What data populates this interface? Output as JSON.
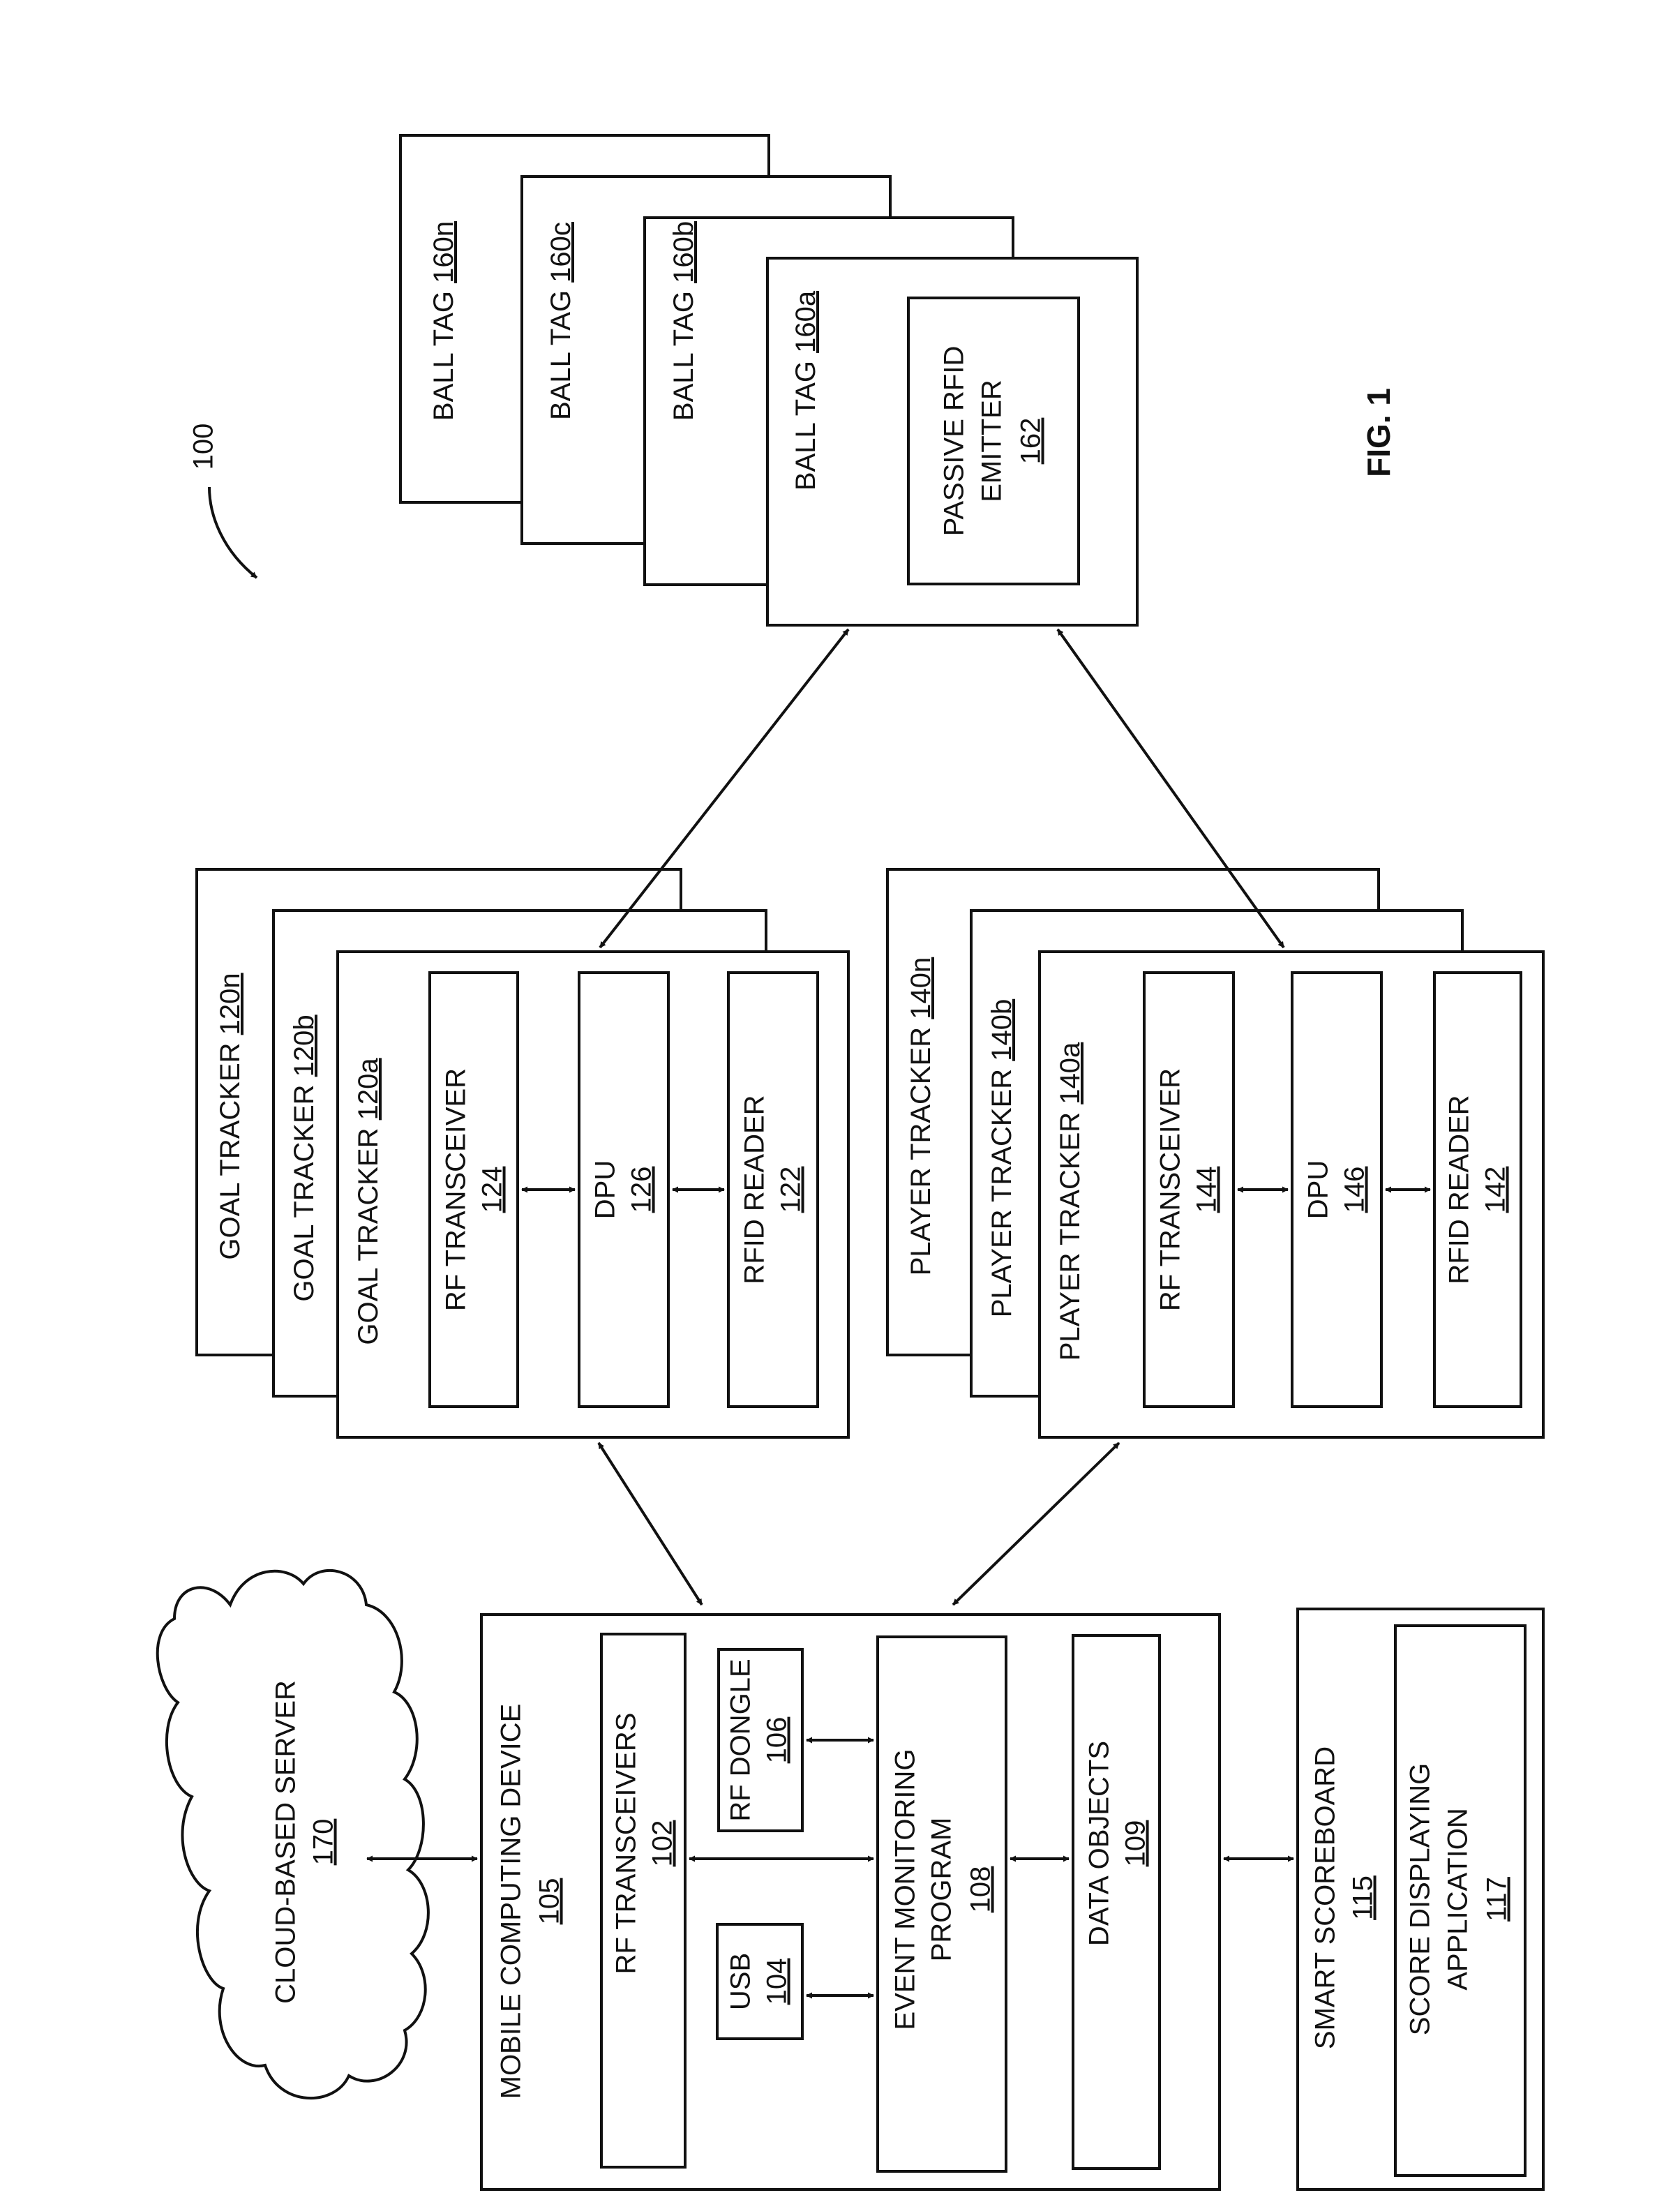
{
  "figure": {
    "label": "FIG. 1",
    "system_ref": "100"
  },
  "cloud_server": {
    "name": "CLOUD-BASED SERVER",
    "ref": "170"
  },
  "mobile_device": {
    "name": "MOBILE COMPUTING DEVICE",
    "ref": "105",
    "rf_transceivers": {
      "name": "RF TRANSCEIVERS",
      "ref": "102"
    },
    "usb": {
      "name": "USB",
      "ref": "104"
    },
    "rf_dongle": {
      "name": "RF DONGLE",
      "ref": "106"
    },
    "event_program": {
      "line1": "EVENT MONITORING",
      "line2": "PROGRAM",
      "ref": "108"
    },
    "data_objects": {
      "name": "DATA OBJECTS",
      "ref": "109"
    }
  },
  "scoreboard": {
    "name": "SMART SCOREBOARD",
    "ref": "115",
    "app": {
      "line1": "SCORE DISPLAYING",
      "line2": "APPLICATION",
      "ref": "117"
    }
  },
  "goal_trackers": {
    "n": {
      "name": "GOAL TRACKER ",
      "ref": "120n"
    },
    "b": {
      "name": "GOAL TRACKER ",
      "ref": "120b"
    },
    "a": {
      "name": "GOAL TRACKER ",
      "ref": "120a"
    },
    "rf_transceiver": {
      "name": "RF TRANSCEIVER",
      "ref": "124"
    },
    "dpu": {
      "name": "DPU",
      "ref": "126"
    },
    "rfid_reader": {
      "name": "RFID READER",
      "ref": "122"
    }
  },
  "player_trackers": {
    "n": {
      "name": "PLAYER TRACKER ",
      "ref": "140n"
    },
    "b": {
      "name": "PLAYER TRACKER ",
      "ref": "140b"
    },
    "a": {
      "name": "PLAYER TRACKER ",
      "ref": "140a"
    },
    "rf_transceiver": {
      "name": "RF TRANSCEIVER",
      "ref": "144"
    },
    "dpu": {
      "name": "DPU",
      "ref": "146"
    },
    "rfid_reader": {
      "name": "RFID READER",
      "ref": "142"
    }
  },
  "ball_tags": {
    "n": {
      "name": "BALL TAG ",
      "ref": "160n"
    },
    "c": {
      "name": "BALL TAG ",
      "ref": "160c"
    },
    "b": {
      "name": "BALL TAG ",
      "ref": "160b"
    },
    "a": {
      "name": "BALL TAG ",
      "ref": "160a"
    },
    "emitter": {
      "line1": "PASSIVE RFID",
      "line2": "EMITTER",
      "ref": "162"
    }
  }
}
